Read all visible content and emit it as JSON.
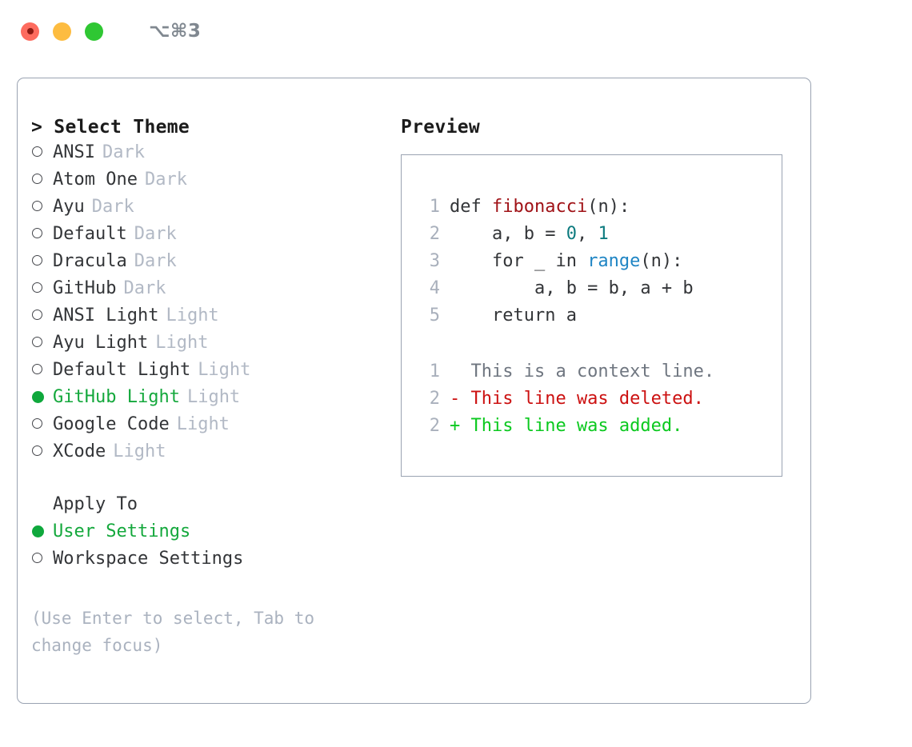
{
  "titlebar": {
    "shortcut": "⌥⌘3",
    "buttons": [
      {
        "name": "close",
        "color": "#fd6b5e"
      },
      {
        "name": "minimize",
        "color": "#fdbc40"
      },
      {
        "name": "maximize",
        "color": "#2fc733"
      }
    ]
  },
  "theme_panel": {
    "title": "> Select Theme",
    "options": [
      {
        "label": "ANSI",
        "suffix": "Dark",
        "selected": false
      },
      {
        "label": "Atom One",
        "suffix": "Dark",
        "selected": false
      },
      {
        "label": "Ayu",
        "suffix": "Dark",
        "selected": false
      },
      {
        "label": "Default",
        "suffix": "Dark",
        "selected": false
      },
      {
        "label": "Dracula",
        "suffix": "Dark",
        "selected": false
      },
      {
        "label": "GitHub",
        "suffix": "Dark",
        "selected": false
      },
      {
        "label": "ANSI Light",
        "suffix": "Light",
        "selected": false
      },
      {
        "label": "Ayu Light",
        "suffix": "Light",
        "selected": false
      },
      {
        "label": "Default Light",
        "suffix": "Light",
        "selected": false
      },
      {
        "label": "GitHub Light",
        "suffix": "Light",
        "selected": true
      },
      {
        "label": "Google Code",
        "suffix": "Light",
        "selected": false
      },
      {
        "label": "XCode",
        "suffix": "Light",
        "selected": false
      }
    ]
  },
  "apply_to": {
    "heading": "Apply To",
    "options": [
      {
        "label": "User Settings",
        "selected": true
      },
      {
        "label": "Workspace Settings",
        "selected": false
      }
    ]
  },
  "hint": "(Use Enter to select, Tab to change focus)",
  "preview": {
    "title": "Preview",
    "code_lines": [
      {
        "lineno": "1",
        "tokens": [
          {
            "t": "def ",
            "c": "plain"
          },
          {
            "t": "fibonacci",
            "c": "fn"
          },
          {
            "t": "(n):",
            "c": "plain"
          }
        ]
      },
      {
        "lineno": "2",
        "tokens": [
          {
            "t": "    a, b = ",
            "c": "plain"
          },
          {
            "t": "0",
            "c": "num"
          },
          {
            "t": ", ",
            "c": "plain"
          },
          {
            "t": "1",
            "c": "num"
          }
        ]
      },
      {
        "lineno": "3",
        "tokens": [
          {
            "t": "    for _ in ",
            "c": "plain"
          },
          {
            "t": "range",
            "c": "call"
          },
          {
            "t": "(n):",
            "c": "plain"
          }
        ]
      },
      {
        "lineno": "4",
        "tokens": [
          {
            "t": "        a, b = b, a + b",
            "c": "plain"
          }
        ]
      },
      {
        "lineno": "5",
        "tokens": [
          {
            "t": "    return a",
            "c": "plain"
          }
        ]
      }
    ],
    "diff_lines": [
      {
        "lineno": "1",
        "text": "  This is a context line.",
        "kind": "context"
      },
      {
        "lineno": "2",
        "text": "- This line was deleted.",
        "kind": "del"
      },
      {
        "lineno": "2",
        "text": "+ This line was added.",
        "kind": "add"
      }
    ]
  },
  "colors": {
    "selected_green": "#14a83c",
    "suffix_grey": "#b2b9c5",
    "border": "#9aa3b2",
    "diff_add": "#0bc91f",
    "diff_del": "#cc1111",
    "token_fn": "#a01217",
    "token_num": "#0d7b7f",
    "token_call": "#1f85c4"
  }
}
